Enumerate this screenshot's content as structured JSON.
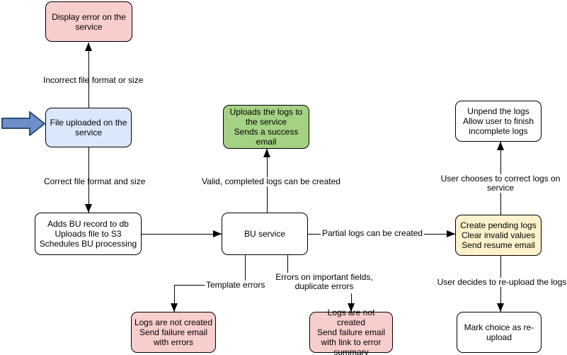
{
  "diagram": {
    "nodes": {
      "display_error": {
        "label": "Display error on the\nservice",
        "color": "#f8cecc"
      },
      "file_uploaded": {
        "label": "File uploaded on the\nservice",
        "color": "#dae8fc"
      },
      "adds_bu": {
        "label": "Adds BU record to db\nUploads file to S3\nSchedules BU processing",
        "color": "#ffffff"
      },
      "uploads_logs": {
        "label": "Uploads the logs to\nthe service\nSends a success\nemail",
        "color": "#a5d184"
      },
      "bu_service": {
        "label": "BU service",
        "color": "#ffffff"
      },
      "logs_failure_errors": {
        "label": "Logs are not created\nSend failure email\nwith errors",
        "color": "#f8cecc"
      },
      "logs_failure_summary": {
        "label": "Logs are not created\nSend failure email\nwith link to error\nsummary",
        "color": "#f8cecc"
      },
      "unpend_logs": {
        "label": "Unpend the logs\nAllow user to finish\nincomplete logs",
        "color": "#ffffff"
      },
      "create_pending": {
        "label": "Create pending logs\nClear invalid values\nSend resume email",
        "color": "#fff2cc"
      },
      "mark_reupload": {
        "label": "Mark choice as re-\nupload",
        "color": "#ffffff"
      }
    },
    "edge_labels": {
      "incorrect_file": "Incorrect file format or size",
      "correct_file": "Correct file format and size",
      "valid_logs": "Valid, completed logs can be created",
      "partial_logs": "Partial logs can be created",
      "template_errors": "Template errors",
      "important_fields": "Errors on important fields,\nduplicate errors",
      "user_correct": "User chooses to correct logs on service",
      "user_reupload": "User decides to re-upload the logs"
    },
    "colors": {
      "background": "#ffffff",
      "node_stroke": "#000000",
      "node_pink_fill": "#f8cecc",
      "node_blue_fill": "#dae8fc",
      "node_green_fill": "#a5d184",
      "node_yellow_fill": "#fff2cc",
      "node_white_fill": "#ffffff",
      "edge_color": "#000000",
      "entry_arrow_fill": "#6e8fc9",
      "entry_arrow_stroke": "#2e4d77"
    }
  }
}
